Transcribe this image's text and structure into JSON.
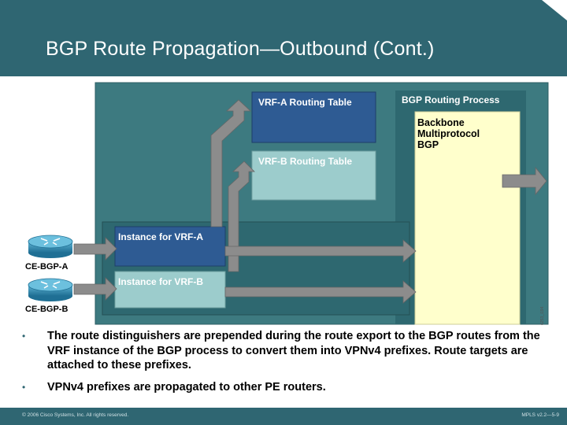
{
  "slide": {
    "title": "BGP Route Propagation—Outbound (Cont.)"
  },
  "diagram": {
    "vrf_a_table": "VRF-A Routing Table",
    "vrf_b_table": "VRF-B Routing Table",
    "bgp_process": "BGP Routing Process",
    "backbone_bgp": "Backbone\nMultiprotocol\nBGP",
    "instance_a": "Instance for VRF-A",
    "instance_b": "Instance for VRF-B",
    "ce_a": "CE-BGP-A",
    "ce_b": "CE-BGP-B",
    "watermark": "6253_i194",
    "colors": {
      "header": "#2f6672",
      "outer_box": "#3d7a80",
      "vrf_a_box": "#2e5b93",
      "vrf_b_box": "#9ccccc",
      "bgp_panel": "#ffffcc",
      "instance_box": "#2e5b93",
      "arrow": "#8c8c8c",
      "router": "#3a8fb0"
    }
  },
  "bullets": [
    "The route distinguishers are prepended during the route export to the BGP routes from the VRF instance of the BGP process to convert them into VPNv4 prefixes. Route targets are attached to these prefixes.",
    "VPNv4 prefixes are propagated to other PE routers."
  ],
  "footer": {
    "left": "© 2006 Cisco Systems, Inc. All rights reserved.",
    "right": "MPLS v2.2—5-9"
  }
}
